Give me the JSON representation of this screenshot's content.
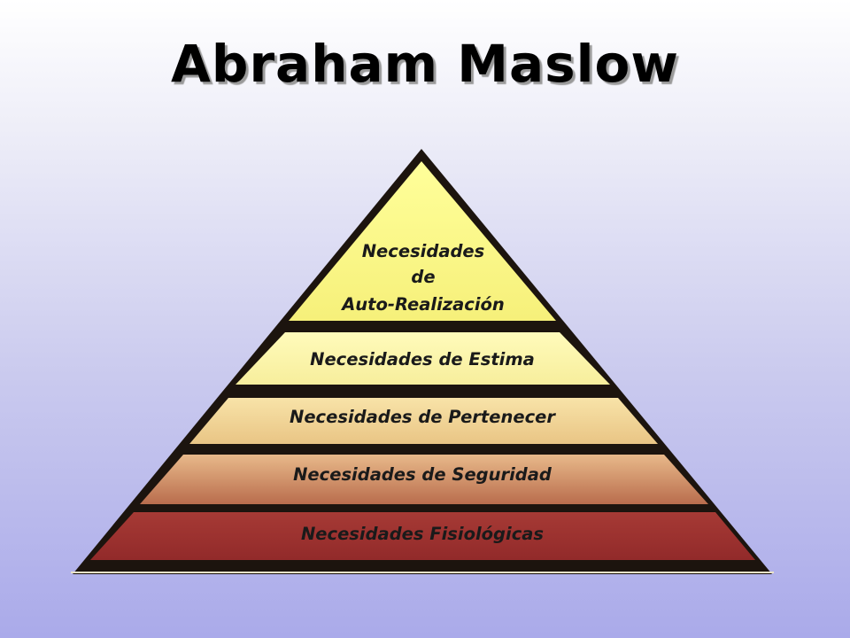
{
  "title": "Abraham Maslow",
  "pyramid": {
    "levels": [
      {
        "lines": [
          "Necesidades",
          "de",
          "Auto-Realización"
        ],
        "color": "#ffff88"
      },
      {
        "label": "Necesidades de Estima",
        "color": "#ffffaa"
      },
      {
        "label": "Necesidades de Pertenecer",
        "color": "#f4d99a"
      },
      {
        "label": "Necesidades de Seguridad",
        "color": "#d99a6e"
      },
      {
        "label": "Necesidades Fisiológicas",
        "color": "#a33535"
      }
    ],
    "outline_color": "#111111"
  }
}
